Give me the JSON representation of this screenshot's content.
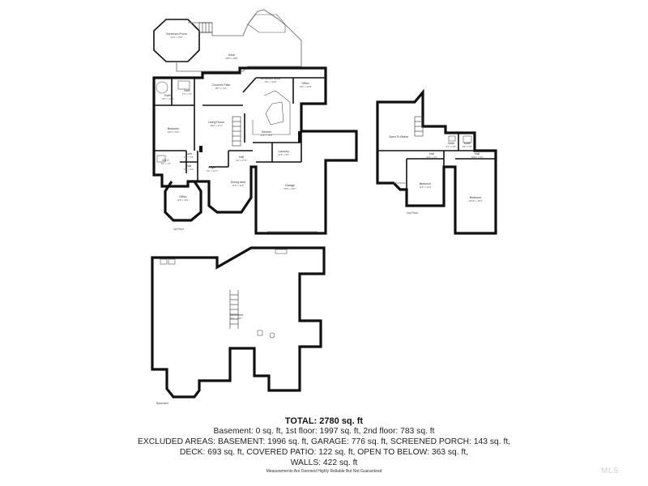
{
  "floor_labels": {
    "first_floor": "1st Floor",
    "second_floor": "2nd Floor",
    "basement": "Basement"
  },
  "rooms": {
    "screened_porch": {
      "name": "Screened Porch",
      "dims": "12'3\" x 15'6\""
    },
    "deck": {
      "name": "Deck",
      "dims": "48'8\" x 18'8\""
    },
    "breakfast_nook": {
      "name": "Breakfast Nook",
      "dims": "10'1\" x 14'4\""
    },
    "office_upper": {
      "name": "Office",
      "dims": "10'5\" x 10'8\""
    },
    "covered_patio": {
      "name": "Covered Patio",
      "dims": "18'7\" x 7'11\""
    },
    "bath_1": {
      "name": "Bath",
      "dims": "13'2\" x 12'3\""
    },
    "bath_2": {
      "name": "Bath",
      "dims": "5'0\" x 7'4\""
    },
    "living_room": {
      "name": "Living Room",
      "dims": "18'0\" x 17'4\""
    },
    "kitchen": {
      "name": "Kitchen",
      "dims": "14'8\" x 16'8\""
    },
    "bedroom_main": {
      "name": "Bedroom",
      "dims": "14'0\" x 14'0\""
    },
    "wic": {
      "name": "W.I.C.",
      "dims": "8'1\" x 7'6\""
    },
    "bath_3": {
      "name": "Bath",
      "dims": "6'9\" x 3'9\""
    },
    "hall_1": {
      "name": "Hall",
      "dims": "8'9\" x 3'4\""
    },
    "hall_2": {
      "name": "Hall",
      "dims": "4'0\" x 17'6\""
    },
    "laundry": {
      "name": "Laundry",
      "dims": "10'8\" x 5'9\""
    },
    "foyer": {
      "name": "Foyer",
      "dims": "6'2\" x 10'7\""
    },
    "dining_area": {
      "name": "Dining Area",
      "dims": "11'6\" x 11'6\""
    },
    "garage": {
      "name": "Garage",
      "dims": "23'5\" x 26'7\""
    },
    "office_lower": {
      "name": "Office",
      "dims": "11'8\" x 10'1\""
    },
    "open_to_below": {
      "name": "Open To Below",
      "dims": ""
    },
    "hall_up": {
      "name": "Hall",
      "dims": "12'0\" x 4'1\""
    },
    "bath_up_1": {
      "name": "Bath",
      "dims": "6'7\" x 5'8\""
    },
    "bath_up_2": {
      "name": "Bath",
      "dims": "8'6\" x 5'0\""
    },
    "hall_up_2": {
      "name": "Hall",
      "dims": "13'10\" x 3'0\""
    },
    "bedroom_up_1": {
      "name": "Bedroom",
      "dims": "12'6\" x 13'4\""
    },
    "bedroom_up_2": {
      "name": "Bedroom",
      "dims": "18'10\" x 14'9\""
    },
    "basement": {
      "name": "Basement",
      "dims": "54'1\" x 38'7\""
    }
  },
  "summary": {
    "total": "TOTAL: 2780 sq. ft",
    "line1": "Basement: 0 sq. ft, 1st floor: 1997 sq. ft, 2nd floor: 783 sq. ft",
    "line2": "EXCLUDED AREAS: BASEMENT: 1996 sq. ft, GARAGE: 776 sq. ft, SCREENED PORCH: 143 sq. ft,",
    "line3": "DECK: 693 sq. ft, COVERED PATIO: 122 sq. ft, OPEN TO BELOW: 363 sq. ft,",
    "line4": "WALLS: 422 sq. ft"
  },
  "disclaimer": "Measurements Are Deemed Highly Reliable But Not Guaranteed",
  "watermark": "MLS"
}
